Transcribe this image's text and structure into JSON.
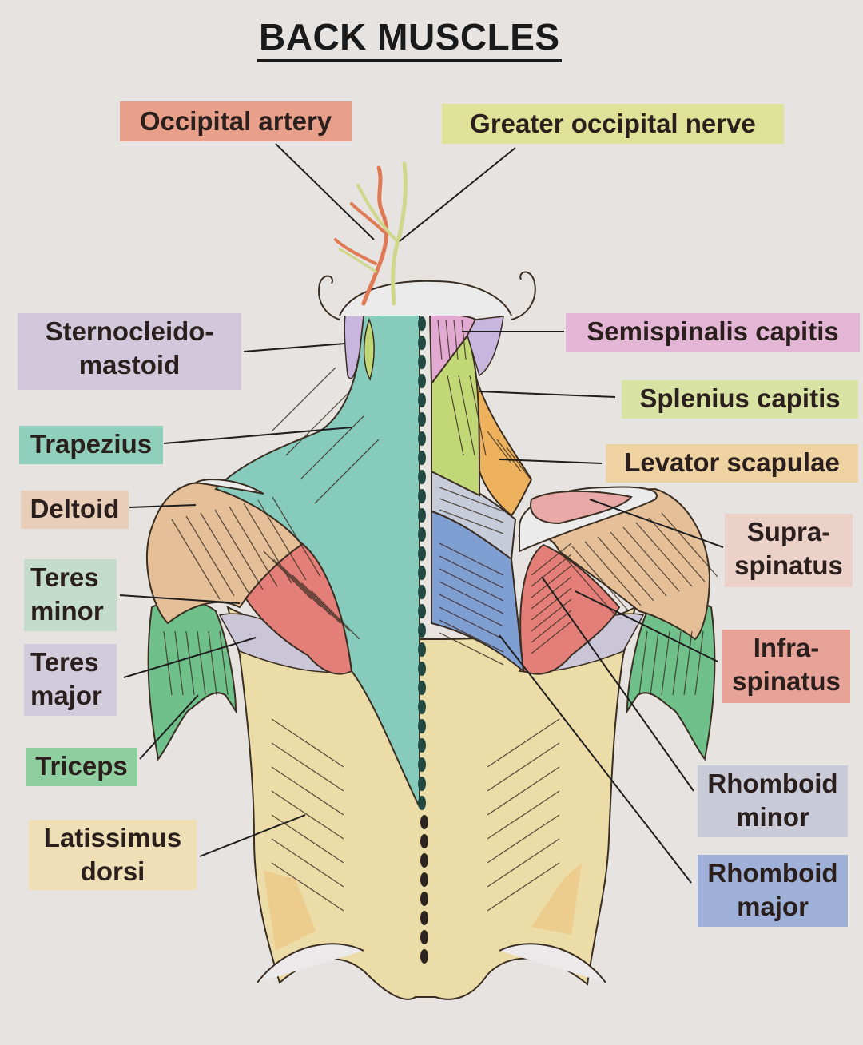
{
  "title": "BACK MUSCLES",
  "colors": {
    "background": "#e6e3e1",
    "trapezius": "#86cbbc",
    "deltoid": "#e4bf97",
    "latissimus": "#ecdca8",
    "infraspinatus": "#e37f78",
    "supraspinatus": "#e7a8a6",
    "teres_major": "#cbc5d8",
    "triceps": "#6fc08a",
    "rhomboid_major": "#7f9fd3",
    "rhomboid_minor": "#c6ccd9",
    "semispinalis": "#e2a9d3",
    "splenius": "#c2d876",
    "levator": "#eeb25e",
    "sternocleido": "#c9b6de",
    "artery": "#e07a55",
    "nerve": "#cfd88a",
    "spine": "#23483f"
  },
  "labels": {
    "occipital_artery": {
      "text": "Occipital artery",
      "color": "#e8a08a"
    },
    "greater_occipital_nerve": {
      "text": "Greater occipital nerve",
      "color": "#dfe399"
    },
    "sternocleidomastoid": {
      "line1": "Sternocleido-",
      "line2": "mastoid",
      "color": "#d2c8dc"
    },
    "trapezius": {
      "text": "Trapezius",
      "color": "#8fcfbc"
    },
    "deltoid": {
      "text": "Deltoid",
      "color": "#e9cfba"
    },
    "teres_minor": {
      "line1": "Teres",
      "line2": "minor",
      "color": "#c3dccc"
    },
    "teres_major": {
      "line1": "Teres",
      "line2": "major",
      "color": "#d2cbdc"
    },
    "triceps": {
      "text": "Triceps",
      "color": "#8fcf9f"
    },
    "latissimus_dorsi": {
      "line1": "Latissimus",
      "line2": "dorsi",
      "color": "#eedfb6"
    },
    "semispinalis_capitis": {
      "text": "Semispinalis capitis",
      "color": "#e4b6d5"
    },
    "splenius_capitis": {
      "text": "Splenius capitis",
      "color": "#d8e2a3"
    },
    "levator_scapulae": {
      "text": "Levator scapulae",
      "color": "#eed2a2"
    },
    "supraspinatus": {
      "line1": "Supra-",
      "line2": "spinatus",
      "color": "#ebd1c8"
    },
    "infraspinatus": {
      "line1": "Infra-",
      "line2": "spinatus",
      "color": "#e8a398"
    },
    "rhomboid_minor": {
      "line1": "Rhomboid",
      "line2": "minor",
      "color": "#c9ccd8"
    },
    "rhomboid_major": {
      "line1": "Rhomboid",
      "line2": "major",
      "color": "#9fb1d9"
    }
  }
}
